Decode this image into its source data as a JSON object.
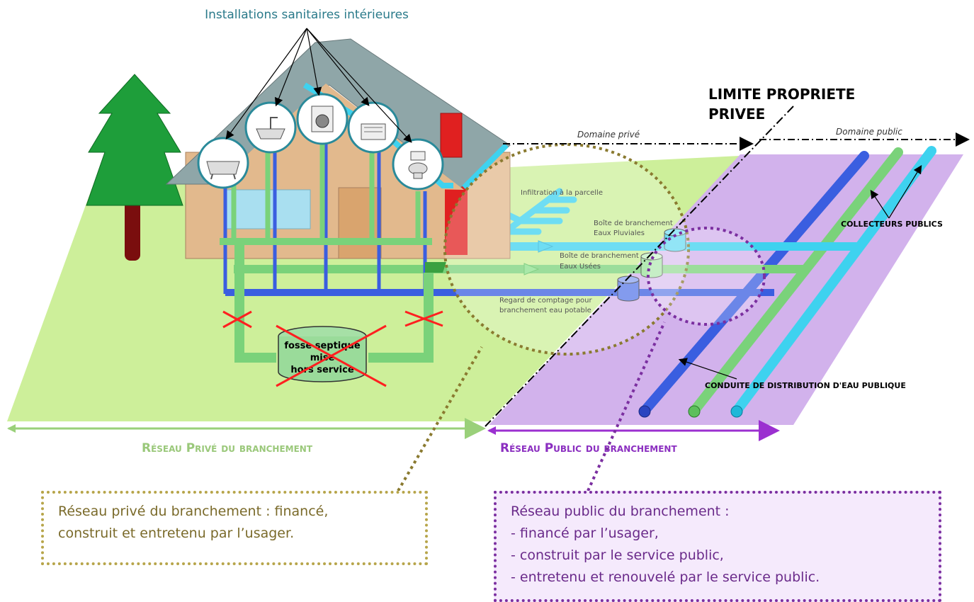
{
  "labels": {
    "installations": "Installations sanitaires intérieures",
    "limite_line1": "LIMITE PROPRIETE",
    "limite_line2": "PRIVEE",
    "domaine_prive": "Domaine privé",
    "domaine_public": "Domaine public",
    "infiltration": "Infiltration à la parcelle",
    "boite_ep_line1": "Boîte de branchement",
    "boite_ep_line2": "Eaux Pluviales",
    "boite_eu_line1": "Boîte de branchement",
    "boite_eu_line2": "Eaux Usées",
    "regard_line1": "Regard de comptage pour",
    "regard_line2": "branchement eau potable",
    "collecteurs": "COLLECTEURS PUBLICS",
    "conduite": "CONDUITE DE DISTRIBUTION D'EAU PUBLIQUE",
    "fosse_line1": "fosse septique",
    "fosse_line2": "mise",
    "fosse_line3": "hors service",
    "reseau_prive": "Réseau Privé du branchement",
    "reseau_public": "Réseau Public du branchement"
  },
  "callouts": {
    "private": {
      "line1": "Réseau privé du branchement : financé,",
      "line2": "construit et entretenu par l’usager."
    },
    "public": {
      "line1": "Réseau public du branchement :",
      "line2": "- financé par l’usager,",
      "line3": "- construit par le service public,",
      "line4": "- entretenu et renouvelé par le service public."
    }
  },
  "colors": {
    "ground_private": "#cdef9a",
    "ground_public": "#d2b2ec",
    "pipe_dark_blue": "#3a5ee0",
    "pipe_green": "#7ad27a",
    "pipe_cyan": "#3ed2ef",
    "tree": "#1e9e3a",
    "house_wall": "#e2b98d",
    "roof": "#8fa6a8",
    "accent_private": "#b7a54a",
    "accent_public": "#7b2fa0",
    "reseau_prive_text": "#9ac87a",
    "reseau_public_text": "#8b2fc0"
  }
}
